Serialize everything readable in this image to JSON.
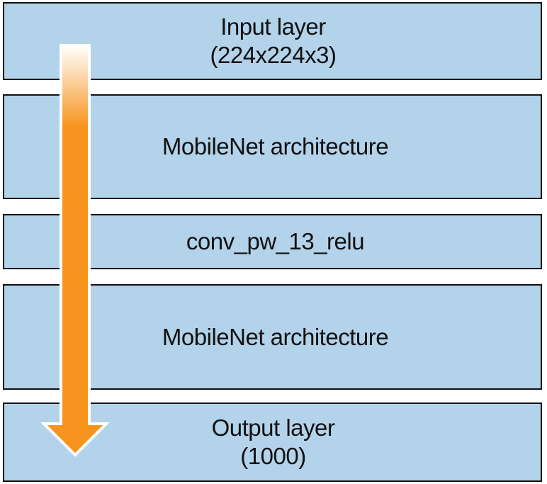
{
  "layers": [
    {
      "lines": [
        "Input layer",
        "(224x224x3)"
      ]
    },
    {
      "lines": [
        "MobileNet architecture"
      ]
    },
    {
      "lines": [
        "conv_pw_13_relu"
      ]
    },
    {
      "lines": [
        "MobileNet architecture"
      ]
    },
    {
      "lines": [
        "Output layer",
        "(1000)"
      ]
    }
  ],
  "colors": {
    "layer_fill": "#b3d3ea",
    "layer_border": "#111111",
    "arrow_fill": "#f7941d",
    "arrow_fade": "#ffffff"
  }
}
